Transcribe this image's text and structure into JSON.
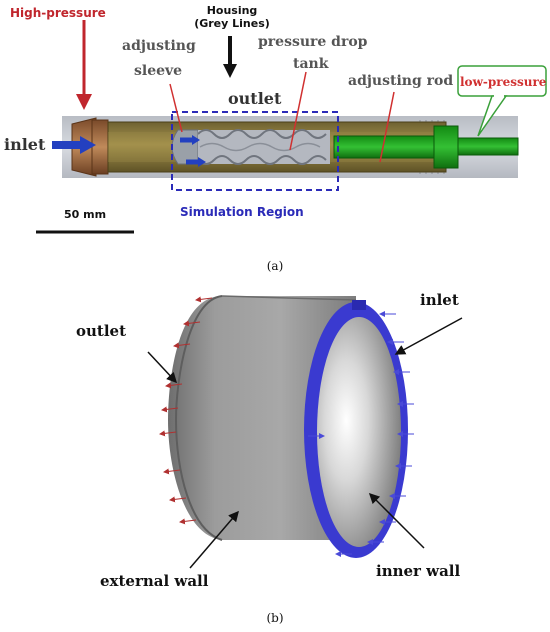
{
  "panel_a": {
    "caption": "(a)",
    "labels": {
      "high_pressure": "High-pressure",
      "housing_line1": "Housing",
      "housing_line2": "(Grey Lines)",
      "adjusting_sleeve_line1": "adjusting",
      "adjusting_sleeve_line2": "sleeve",
      "pressure_drop_line1": "pressure drop",
      "pressure_drop_line2": "tank",
      "adjusting_rod": "adjusting rod",
      "low_pressure": "low-pressure",
      "inlet": "inlet",
      "outlet": "outlet",
      "simulation_region": "Simulation Region",
      "scale_bar": "50 mm"
    },
    "colors": {
      "high_pressure": "#c0262d",
      "simulation_region": "#2b2bb8",
      "inlet_arrow": "#2340c0",
      "adjusting_rod": "#1f8a1f",
      "housing": "#c9ccd3",
      "brass": "#8b7a3a"
    }
  },
  "panel_b": {
    "caption": "(b)",
    "labels": {
      "outlet": "outlet",
      "inlet": "inlet",
      "external_wall": "external wall",
      "inner_wall": "inner wall"
    },
    "colors": {
      "inlet_face": "#3a3ad0",
      "outlet_arrows": "#b03030",
      "inlet_arrows": "#4a4ad8",
      "cylinder": "#9a9a9a"
    }
  }
}
